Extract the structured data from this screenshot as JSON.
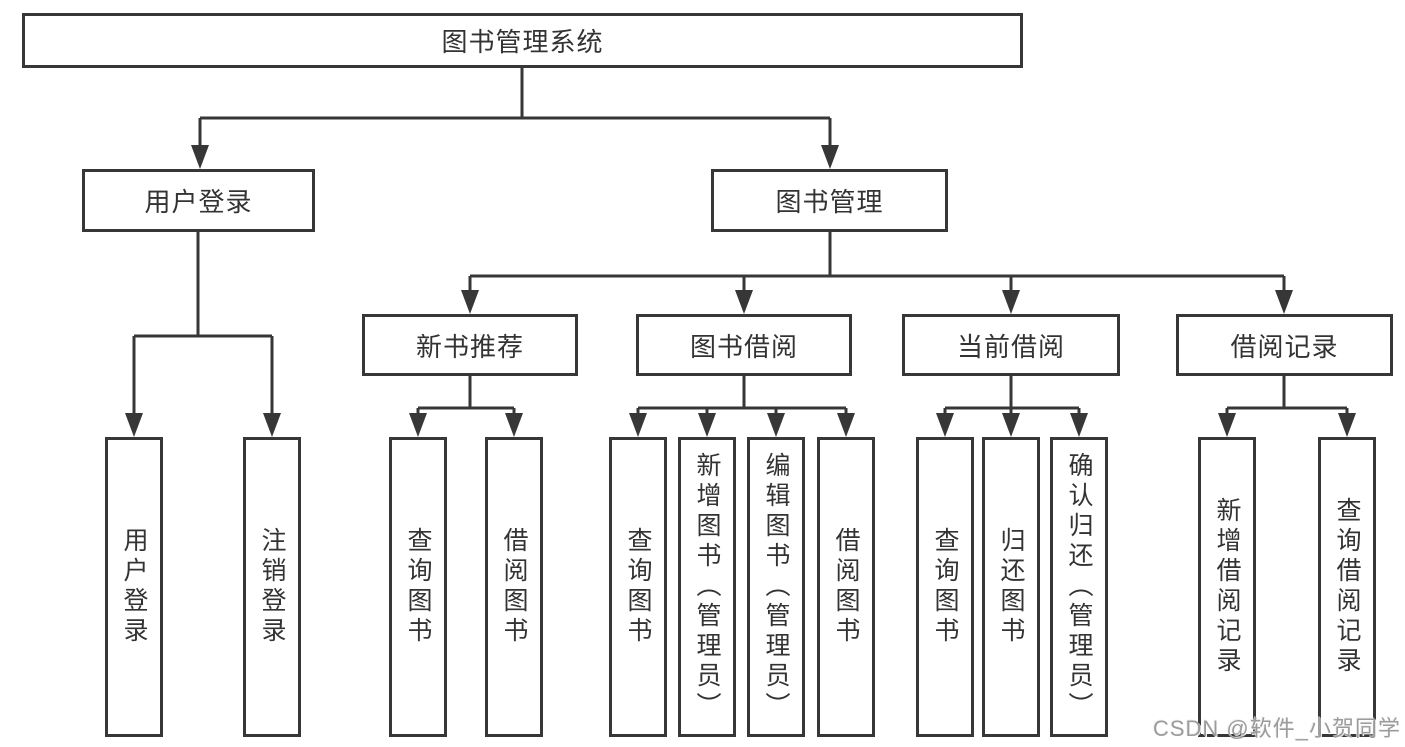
{
  "tree": {
    "label": "图书管理系统",
    "children": [
      {
        "label": "用户登录",
        "children": [
          {
            "label": "用户登录"
          },
          {
            "label": "注销登录"
          }
        ]
      },
      {
        "label": "图书管理",
        "children": [
          {
            "label": "新书推荐",
            "children": [
              {
                "label": "查询图书"
              },
              {
                "label": "借阅图书"
              }
            ]
          },
          {
            "label": "图书借阅",
            "children": [
              {
                "label": "查询图书"
              },
              {
                "label": "新增图书（管理员）"
              },
              {
                "label": "编辑图书（管理员）"
              },
              {
                "label": "借阅图书"
              }
            ]
          },
          {
            "label": "当前借阅",
            "children": [
              {
                "label": "查询图书"
              },
              {
                "label": "归还图书"
              },
              {
                "label": "确认归还（管理员）"
              }
            ]
          },
          {
            "label": "借阅记录",
            "children": [
              {
                "label": "新增借阅记录"
              },
              {
                "label": "查询借阅记录"
              }
            ]
          }
        ]
      }
    ]
  },
  "watermark": {
    "text": "CSDN @软件_小贺同学"
  },
  "colors": {
    "line": "#373737",
    "box_border": "#373737",
    "text": "#333333",
    "watermark": "#9b9b9b",
    "background": "#ffffff"
  }
}
